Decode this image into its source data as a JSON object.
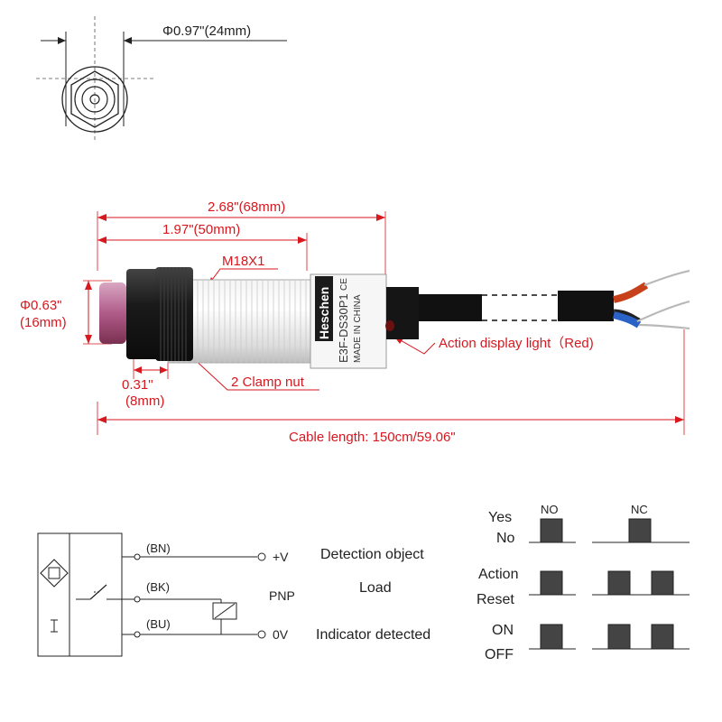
{
  "top_view": {
    "diameter_label": "Φ0.97\"(24mm)"
  },
  "dimensions": {
    "length_total": "2.68\"(68mm)",
    "length_body": "1.97\"(50mm)",
    "thread": "M18X1",
    "diameter_in": "Φ0.63\"",
    "diameter_mm": "(16mm)",
    "nut_width_in": "0.31\"",
    "nut_width_mm": "(8mm)",
    "clamp_nut": "2 Clamp nut",
    "action_light": "Action display light（Red)",
    "cable_length": "Cable length: 150cm/59.06\""
  },
  "sensor_body": {
    "brand": "Heschen",
    "model": "E3F-DS30P1",
    "origin": "MADE IN CHINA",
    "mark": "CE"
  },
  "circuit": {
    "wire_bn": "(BN)",
    "wire_bk": "(BK)",
    "wire_bu": "(BU)",
    "plus_v": "+V",
    "zero_v": "0V",
    "pnp": "PNP",
    "detection_object": "Detection object",
    "load": "Load",
    "indicator": "Indicator detected"
  },
  "timing": {
    "no": "NO",
    "nc": "NC",
    "yes": "Yes",
    "no_row": "No",
    "action": "Action",
    "reset": "Reset",
    "on": "ON",
    "off": "OFF"
  },
  "colors": {
    "dimension": "#d8171e",
    "brown_wire": "#c8401a",
    "blue_wire": "#2a62c8",
    "pulse": "#444444"
  }
}
